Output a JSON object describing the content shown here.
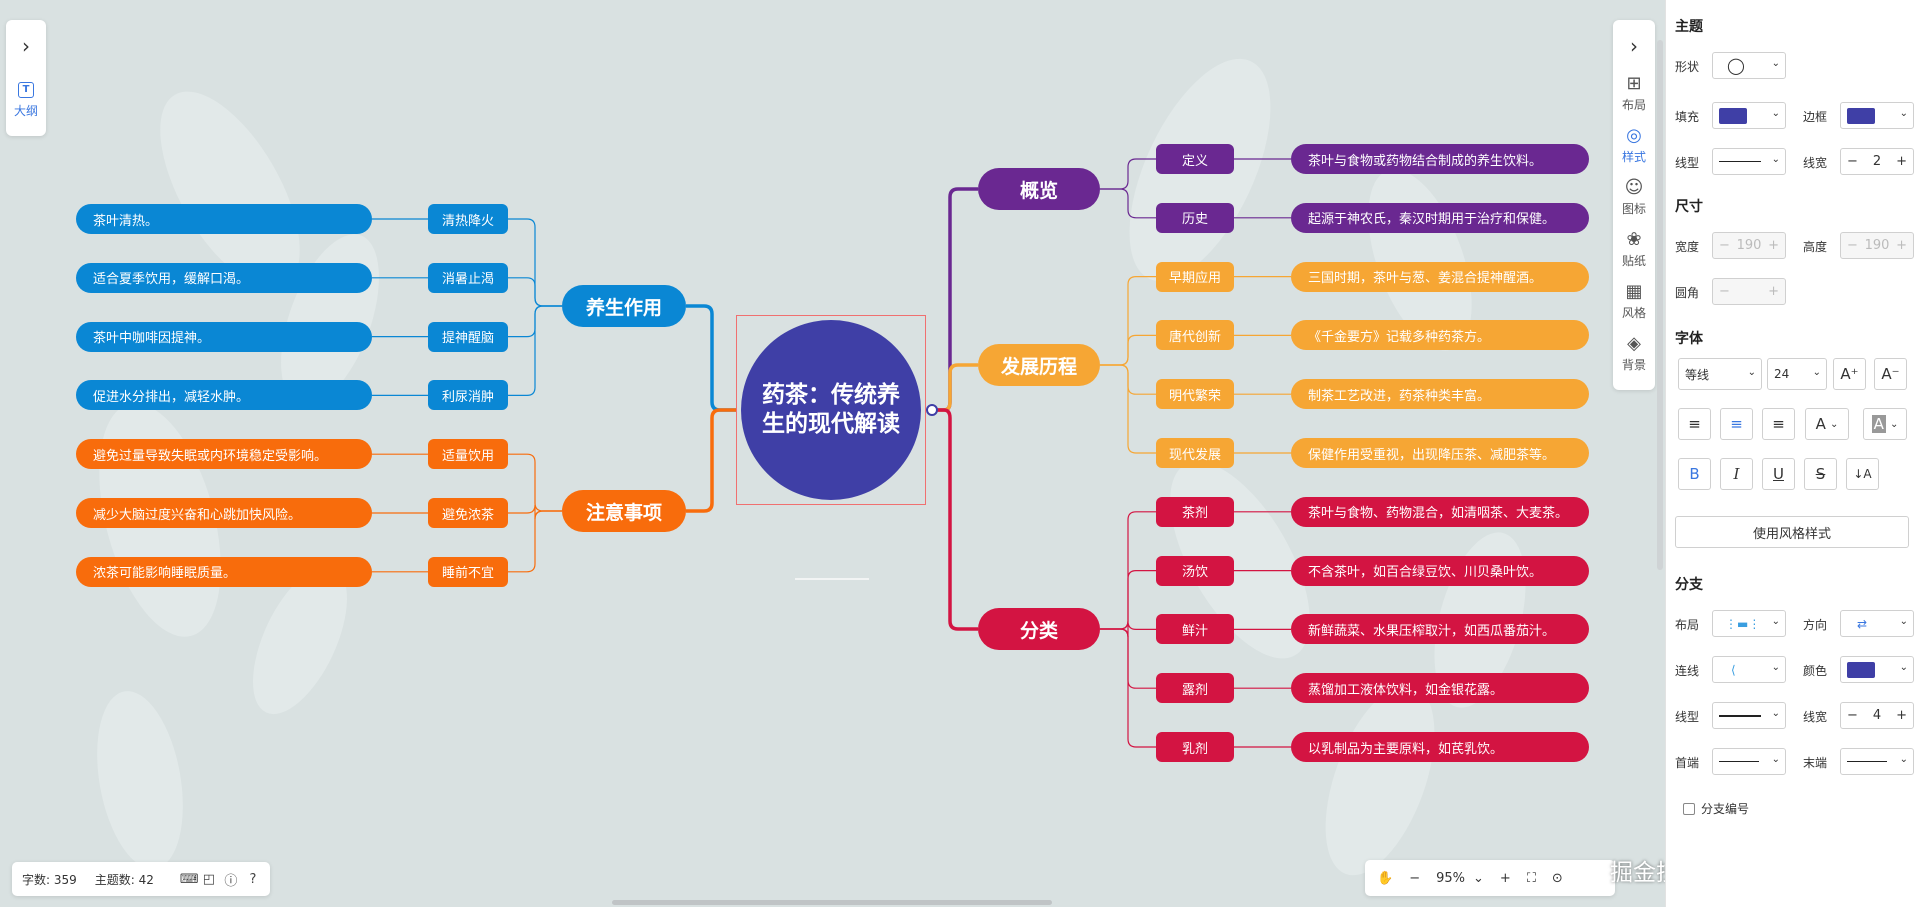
{
  "central": {
    "text": "药茶：传统养生的现代解读",
    "color": "#3f3fa6"
  },
  "main_nodes": {
    "overview": {
      "label": "概览",
      "color": "#6a2891"
    },
    "history": {
      "label": "发展历程",
      "color": "#f6a634"
    },
    "category": {
      "label": "分类",
      "color": "#d31442"
    },
    "health": {
      "label": "养生作用",
      "color": "#0a87d4"
    },
    "caution": {
      "label": "注意事项",
      "color": "#f86c0c"
    }
  },
  "right_rows": [
    {
      "group": "overview",
      "sub": "定义",
      "leaf": "茶叶与食物或药物结合制成的养生饮料。"
    },
    {
      "group": "overview",
      "sub": "历史",
      "leaf": "起源于神农氏，秦汉时期用于治疗和保健。"
    },
    {
      "group": "history",
      "sub": "早期应用",
      "leaf": "三国时期，茶叶与葱、姜混合提神醒酒。"
    },
    {
      "group": "history",
      "sub": "唐代创新",
      "leaf": "《千金要方》记载多种药茶方。"
    },
    {
      "group": "history",
      "sub": "明代繁荣",
      "leaf": "制茶工艺改进，药茶种类丰富。"
    },
    {
      "group": "history",
      "sub": "现代发展",
      "leaf": "保健作用受重视，出现降压茶、减肥茶等。"
    },
    {
      "group": "category",
      "sub": "茶剂",
      "leaf": "茶叶与食物、药物混合，如清咽茶、大麦茶。"
    },
    {
      "group": "category",
      "sub": "汤饮",
      "leaf": "不含茶叶，如百合绿豆饮、川贝桑叶饮。"
    },
    {
      "group": "category",
      "sub": "鲜汁",
      "leaf": "新鲜蔬菜、水果压榨取汁，如西瓜番茄汁。"
    },
    {
      "group": "category",
      "sub": "露剂",
      "leaf": "蒸馏加工液体饮料，如金银花露。"
    },
    {
      "group": "category",
      "sub": "乳剂",
      "leaf": "以乳制品为主要原料，如芪乳饮。"
    }
  ],
  "left_rows": [
    {
      "group": "health",
      "sub": "清热降火",
      "leaf": "茶叶清热。"
    },
    {
      "group": "health",
      "sub": "消暑止渴",
      "leaf": "适合夏季饮用，缓解口渴。"
    },
    {
      "group": "health",
      "sub": "提神醒脑",
      "leaf": "茶叶中咖啡因提神。"
    },
    {
      "group": "health",
      "sub": "利尿消肿",
      "leaf": "促进水分排出，减轻水肿。"
    },
    {
      "group": "caution",
      "sub": "适量饮用",
      "leaf": "避免过量导致失眠或内环境稳定受影响。"
    },
    {
      "group": "caution",
      "sub": "避免浓茶",
      "leaf": "减少大脑过度兴奋和心跳加快风险。"
    },
    {
      "group": "caution",
      "sub": "睡前不宜",
      "leaf": "浓茶可能影响睡眠质量。"
    }
  ],
  "left_toolbar": {
    "expand_icon": "›",
    "outline_label": "大纲",
    "outline_glyph": "T"
  },
  "right_toolbar": {
    "expand_icon": "›",
    "items": [
      {
        "label": "布局",
        "icon": "layout-icon",
        "glyph": "⊞"
      },
      {
        "label": "样式",
        "icon": "palette-icon",
        "glyph": "◎"
      },
      {
        "label": "图标",
        "icon": "smiley-icon",
        "glyph": "☺"
      },
      {
        "label": "贴纸",
        "icon": "sticker-icon",
        "glyph": "❀"
      },
      {
        "label": "风格",
        "icon": "grid-icon",
        "glyph": "▦"
      },
      {
        "label": "背景",
        "icon": "layers-icon",
        "glyph": "◈"
      }
    ]
  },
  "status": {
    "word_count": "字数: 359",
    "topic_count": "主题数: 42"
  },
  "zoom": {
    "value": "95%"
  },
  "watermark": "掘金技术社区 @ 图形天下",
  "panel": {
    "topic": {
      "title": "主题",
      "shape_label": "形状",
      "shape_glyph": "◯",
      "fill_label": "填充",
      "border_label": "边框",
      "line_type_label": "线型",
      "line_width_label": "线宽",
      "line_width": "2",
      "swatch_color": "#3f3fa6"
    },
    "size": {
      "title": "尺寸",
      "width_label": "宽度",
      "width": "190",
      "height_label": "高度",
      "height": "190",
      "radius_label": "圆角"
    },
    "font": {
      "title": "字体",
      "family": "等线",
      "size": "24",
      "inc": "A⁺",
      "dec": "A⁻",
      "bold": "B",
      "italic": "I",
      "underline": "U",
      "strike": "S",
      "sort": "↓A"
    },
    "use_style_button": "使用风格样式",
    "branch": {
      "title": "分支",
      "layout_label": "布局",
      "direction_label": "方向",
      "connector_label": "连线",
      "color_label": "颜色",
      "line_type_label": "线型",
      "line_width_label": "线宽",
      "line_width": "4",
      "head_label": "首端",
      "tail_label": "末端",
      "numbering_label": "分支编号"
    }
  }
}
